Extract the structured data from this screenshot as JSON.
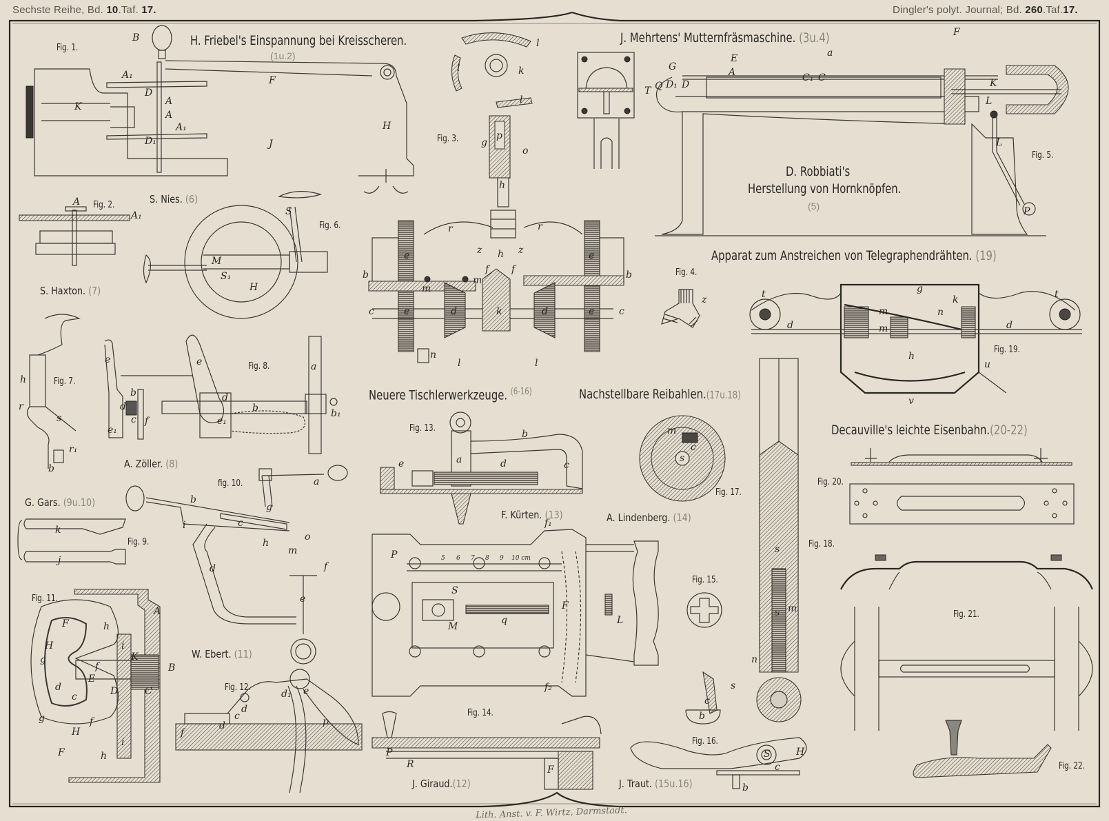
{
  "header": {
    "left_prefix": "Sechste Reihe, Bd.",
    "left_volume": "10",
    "left_suffix": "Taf.",
    "left_plate": "17.",
    "right_prefix": "Dingler's polyt. Journal; Bd.",
    "right_volume": "260",
    "right_suffix": "Taf.",
    "right_plate": "17."
  },
  "sections": [
    {
      "title": "H. Friebel's Einspannung bei Kreisscheren.",
      "ref": "(1u.2)"
    },
    {
      "title": "J. Mehrtens' Mutternfräsmaschine.",
      "ref": "(3u.4)"
    },
    {
      "title_line1": "D. Robbiati's",
      "title_line2": "Herstellung von Hornknöpfen.",
      "ref": "(5)"
    },
    {
      "title": "Apparat zum Anstreichen von Telegraphendrähten.",
      "ref": "(19)"
    },
    {
      "title": "Neuere Tischlerwerkzeuge.",
      "ref": "(6-16)"
    },
    {
      "title": "Nachstellbare Reibahlen.",
      "ref": "(17u.18)"
    },
    {
      "title": "Decauville's leichte Eisenbahn.",
      "ref": "(20-22)"
    }
  ],
  "authors": [
    {
      "name": "S. Nies.",
      "ref": "(6)"
    },
    {
      "name": "S. Haxton.",
      "ref": "(7)"
    },
    {
      "name": "A. Zöller.",
      "ref": "(8)"
    },
    {
      "name": "G. Gars.",
      "ref": "(9u.10)"
    },
    {
      "name": "W. Ebert.",
      "ref": "(11)"
    },
    {
      "name": "F. Kürten.",
      "ref": "(13)"
    },
    {
      "name": "A. Lindenberg.",
      "ref": "(14)"
    },
    {
      "name": "J. Giraud.",
      "ref": "(12)"
    },
    {
      "name": "J. Traut.",
      "ref": "(15u.16)"
    }
  ],
  "figures": [
    "Fig. 1.",
    "Fig. 2.",
    "Fig. 3.",
    "Fig. 4.",
    "Fig. 5.",
    "Fig. 6.",
    "Fig. 7.",
    "Fig. 8.",
    "Fig. 9.",
    "fig. 10.",
    "Fig. 11.",
    "Fig. 12.",
    "Fig. 13.",
    "Fig. 14.",
    "Fig. 15.",
    "Fig. 16.",
    "Fig. 17.",
    "Fig. 18.",
    "Fig. 19.",
    "Fig. 20.",
    "Fig. 21.",
    "Fig. 22."
  ],
  "part_labels": {
    "fig1": [
      "B",
      "A₁",
      "D",
      "A",
      "A",
      "K",
      "A₁",
      "D₁",
      "F",
      "J",
      "H"
    ],
    "fig2": [
      "A",
      "A₁"
    ],
    "fig3": [
      "l",
      "k",
      "l",
      "l",
      "g",
      "p",
      "o",
      "h",
      "r",
      "r",
      "z",
      "z",
      "h",
      "f",
      "f",
      "b",
      "b",
      "m",
      "m",
      "e",
      "e",
      "e",
      "e",
      "c",
      "c",
      "d",
      "d",
      "k",
      "n",
      "l",
      "l"
    ],
    "fig4": [
      "z"
    ],
    "fig5": [
      "F",
      "E",
      "a",
      "G",
      "A",
      "T",
      "Q",
      "D₁",
      "D",
      "C₁",
      "C",
      "K",
      "L",
      "L",
      "P"
    ],
    "fig6": [
      "S",
      "M",
      "S₁",
      "H"
    ],
    "fig7": [
      "h",
      "r",
      "s",
      "r₁",
      "b"
    ],
    "fig8": [
      "e",
      "b",
      "d",
      "c",
      "e₁",
      "f",
      "e",
      "d",
      "b",
      "e₁",
      "a",
      "b₁"
    ],
    "fig9": [
      "k",
      "j"
    ],
    "fig10": [
      "a",
      "b",
      "g",
      "i",
      "c",
      "h",
      "o",
      "m",
      "d",
      "f",
      "e"
    ],
    "fig11": [
      "A",
      "F",
      "h",
      "H",
      "g",
      "i",
      "K",
      "B",
      "f",
      "d",
      "E",
      "D",
      "C",
      "c",
      "g",
      "f",
      "H",
      "F",
      "h",
      "i"
    ],
    "fig12": [
      "e",
      "d₁",
      "d",
      "f",
      "d",
      "c",
      "p"
    ],
    "fig13": [
      "b",
      "a",
      "e",
      "d",
      "c"
    ],
    "fig14": [
      "P",
      "S",
      "M",
      "q",
      "F",
      "L",
      "f₁",
      "f₂",
      "P",
      "R",
      "F"
    ],
    "fig14_scale": [
      "5",
      "6",
      "7",
      "8",
      "9",
      "10 cm"
    ],
    "fig16": [
      "s",
      "c",
      "b",
      "S",
      "H",
      "c",
      "b"
    ],
    "fig17": [
      "m",
      "c",
      "s"
    ],
    "fig18": [
      "s",
      "s",
      "m",
      "n"
    ],
    "fig19": [
      "g",
      "t",
      "t",
      "m",
      "k",
      "n",
      "d",
      "m",
      "d",
      "h",
      "u",
      "v"
    ]
  },
  "imprint": "Lith. Anst. v. F. Wirtz, Darmstadt."
}
